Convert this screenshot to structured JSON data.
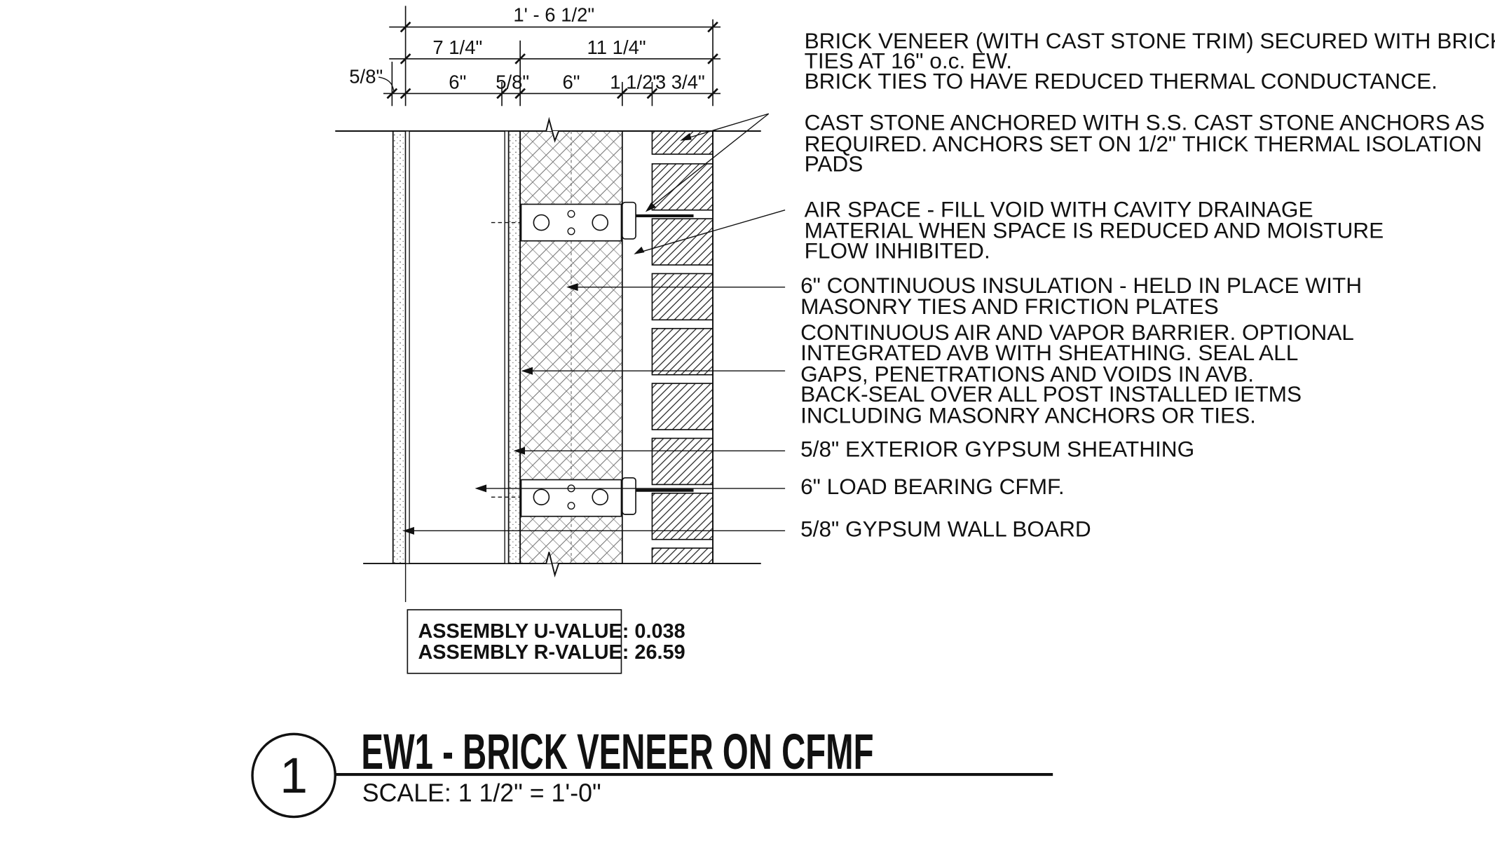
{
  "dimensions": {
    "overall": "1' - 6 1/2\"",
    "group_left": "7 1/4\"",
    "group_right": "11 1/4\"",
    "side_left": "5/8\"",
    "seg_stud": "6\"",
    "seg_sheathing": "5/8\"",
    "seg_insulation": "6\"",
    "seg_air": "1 1/2\"",
    "seg_brick": "3 3/4\""
  },
  "notes": {
    "brick_veneer": [
      "BRICK VENEER (WITH CAST STONE TRIM) SECURED WITH BRICK",
      "TIES AT 16\" o.c. EW.",
      "BRICK TIES TO HAVE REDUCED THERMAL CONDUCTANCE."
    ],
    "cast_stone": [
      "CAST STONE ANCHORED WITH S.S. CAST STONE ANCHORS AS",
      "REQUIRED.  ANCHORS SET ON 1/2\" THICK THERMAL ISOLATION",
      "PADS"
    ],
    "air_space": [
      "AIR SPACE - FILL VOID WITH CAVITY DRAINAGE",
      "MATERIAL WHEN SPACE IS REDUCED AND MOISTURE",
      "FLOW INHIBITED."
    ],
    "insulation": [
      "6\" CONTINUOUS INSULATION - HELD IN PLACE WITH",
      "MASONRY TIES AND FRICTION PLATES"
    ],
    "avb": [
      "CONTINUOUS AIR AND VAPOR BARRIER. OPTIONAL",
      "INTEGRATED AVB WITH SHEATHING. SEAL ALL",
      "GAPS, PENETRATIONS AND VOIDS IN AVB.",
      "BACK-SEAL OVER ALL POST INSTALLED IETMS",
      "INCLUDING MASONRY ANCHORS OR TIES."
    ],
    "sheathing": [
      "5/8\" EXTERIOR GYPSUM SHEATHING"
    ],
    "cfmf": [
      "6\" LOAD BEARING CFMF."
    ],
    "gwb": [
      "5/8\" GYPSUM WALL BOARD"
    ]
  },
  "values_box": {
    "u_value": "ASSEMBLY U-VALUE: 0.038",
    "r_value": "ASSEMBLY R-VALUE: 26.59"
  },
  "title_block": {
    "number": "1",
    "title": "EW1 - BRICK VENEER ON CFMF",
    "scale": "SCALE:  1 1/2\" = 1'-0\""
  }
}
